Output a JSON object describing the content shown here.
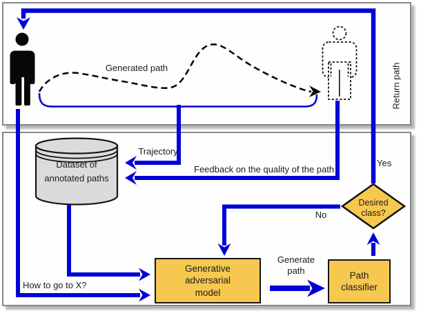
{
  "figure": {
    "top_panel": {
      "generated_path_label": "Generated path",
      "return_path_label": "Return path"
    },
    "bottom_panel": {
      "dataset_label": "Dataset of annotated paths",
      "trajectory_label": "Trajectory",
      "feedback_label": "Feedback on the quality of the path",
      "question_label": "How to go to X?",
      "gan_label": "Generative adversarial model",
      "generate_path_label": "Generate path",
      "classifier_label": "Path classifier",
      "decision_label": "Desired class?",
      "yes_label": "Yes",
      "no_label": "No"
    },
    "colors": {
      "arrow_blue": "#0000D9",
      "node_yellow": "#F7C84F",
      "cylinder_gray": "#DBDBDB",
      "panel_border_gray": "#868686"
    }
  }
}
